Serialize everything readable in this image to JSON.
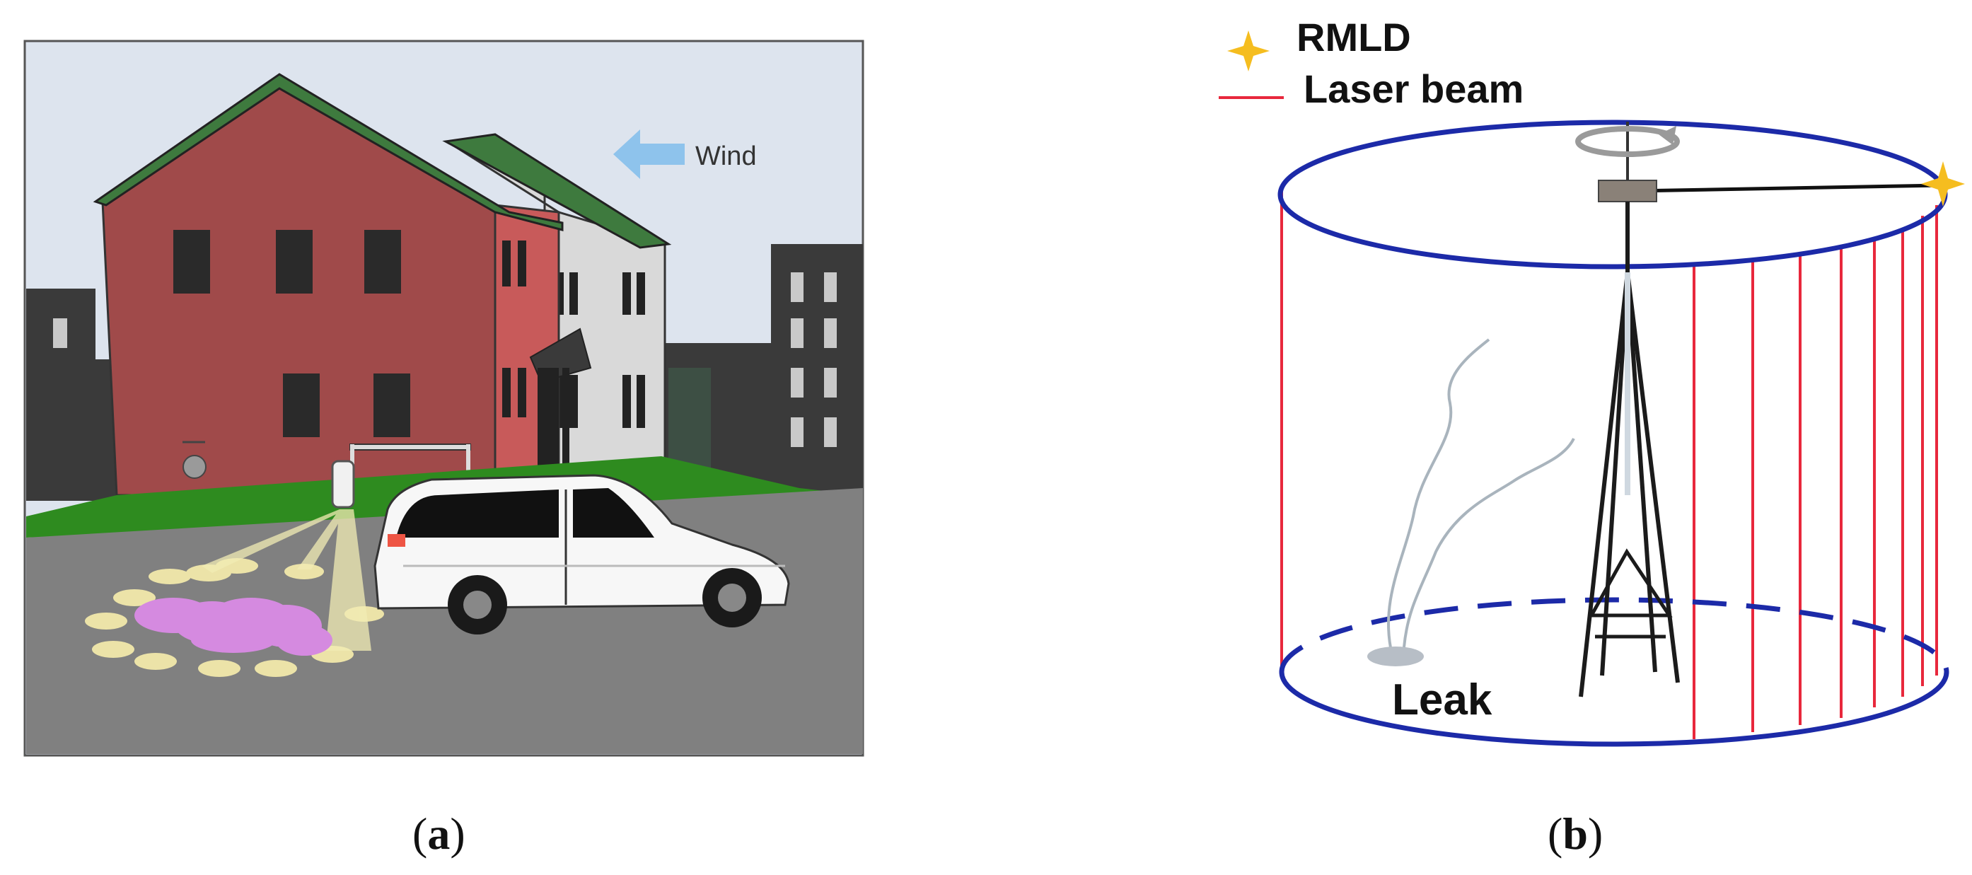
{
  "panel_a": {
    "wind_label": "Wind",
    "caption_letter": "a",
    "colors": {
      "sky": "#dde4ee",
      "road": "#808080",
      "grass": "#2e8b1f",
      "house_main": "#a04a4a",
      "house_side": "#c85a5a",
      "house_back": "#d9d9d9",
      "roof": "#3e7a3e",
      "skyline": "#3a3a3a",
      "wind_arrow": "#8ec3ec",
      "plume": "#d58ae0",
      "light_spots": "#ece3a8",
      "van": "#f7f7f7"
    }
  },
  "panel_b": {
    "legend": {
      "rmld_label": "RMLD",
      "beam_label": "Laser beam"
    },
    "leak_label": "Leak",
    "caption_letter": "b",
    "colors": {
      "cylinder": "#1c2aa8",
      "laser": "#e8283c",
      "star": "#f5bd1f",
      "tower": "#1b1b1b",
      "plume": "#a9b4bd",
      "leak": "#b7bec6"
    }
  }
}
